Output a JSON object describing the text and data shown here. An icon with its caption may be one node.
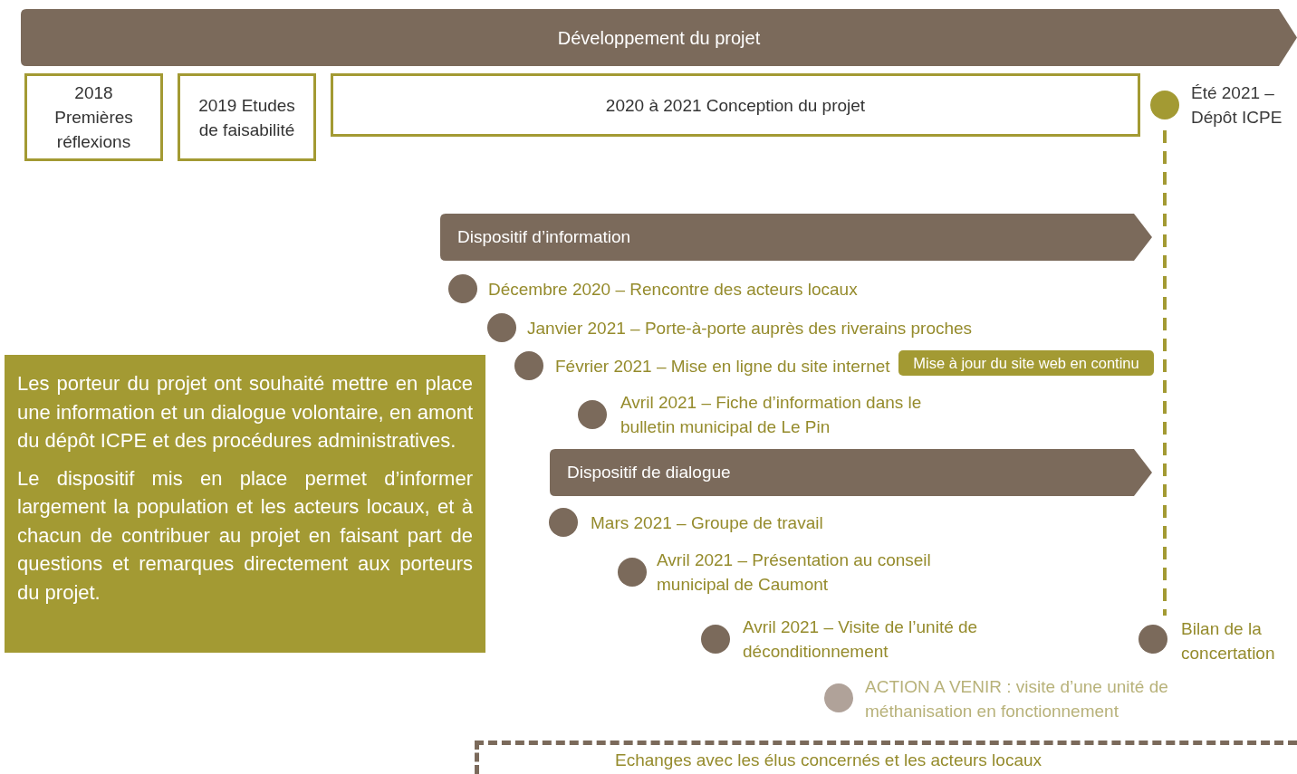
{
  "diagram": {
    "nodes": [
      {
        "text": [
          "Développement du projet"
        ]
      },
      {
        "text": [
          "2018 Premières réflexions"
        ]
      },
      {
        "text": [
          "2019 Etudes de faisabilité"
        ]
      },
      {
        "text": [
          "2020 à 2021 Conception du projet"
        ]
      },
      {
        "text": [
          "Été 2021 – Dépôt ICPE"
        ]
      },
      {
        "text": [
          "Dispositif d’information"
        ]
      },
      {
        "text": [
          "Décembre 2020 – Rencontre des acteurs locaux"
        ]
      },
      {
        "text": [
          "Janvier 2021 – Porte-à-porte auprès des riverains proches"
        ]
      },
      {
        "text": [
          "Février 2021 – Mise en ligne du site internet"
        ]
      },
      {
        "text": [
          "Mise à jour du site web en continu"
        ]
      },
      {
        "text": [
          "Avril 2021 – Fiche d’information dans le bulletin municipal de Le Pin"
        ]
      },
      {
        "text": [
          "Dispositif de dialogue"
        ]
      },
      {
        "text": [
          "Mars 2021 – Groupe de travail"
        ]
      },
      {
        "text": [
          "Avril 2021 – Présentation au conseil municipal de Caumont"
        ]
      },
      {
        "text": [
          "Avril 2021 – Visite de l’unité de déconditionnement"
        ]
      },
      {
        "text": [
          "Bilan de la concertation"
        ]
      },
      {
        "text": [
          "ACTION A VENIR : visite d’une unité de méthanisation en fonctionnement"
        ]
      },
      {
        "text": [
          "Echanges avec les élus concernés et les acteurs locaux"
        ]
      },
      {
        "text": [
          "Les porteur du projet ont souhaité mettre en place une information et un dialogue volontaire, en amont du dépôt ICPE et des procédures administratives.",
          "Le dispositif mis en place permet d’informer largement la population et les acteurs locaux, et à chacun de contribuer au projet en faisant part de questions et remarques directement aux porteurs du projet."
        ]
      }
    ],
    "edges": [
      {
        "from": 4,
        "to": 15,
        "arrow": "none",
        "style": "dashed",
        "color": "#a39a33"
      }
    ]
  }
}
